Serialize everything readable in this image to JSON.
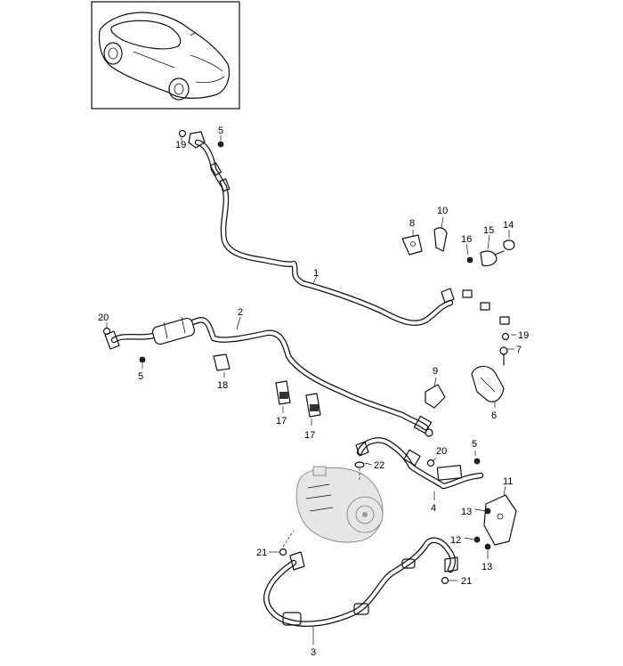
{
  "callouts": {
    "c1": "1",
    "c2": "2",
    "c3": "3",
    "c4": "4",
    "c5a": "5",
    "c5b": "5",
    "c5c": "5",
    "c6": "6",
    "c7": "7",
    "c8": "8",
    "c9": "9",
    "c10": "10",
    "c11": "11",
    "c12": "12",
    "c13a": "13",
    "c13b": "13",
    "c14": "14",
    "c15": "15",
    "c16": "16",
    "c17a": "17",
    "c17b": "17",
    "c18": "18",
    "c19a": "19",
    "c19b": "19",
    "c20a": "20",
    "c20b": "20",
    "c21a": "21",
    "c21b": "21",
    "c22": "22"
  },
  "icons": {
    "vehicle": "car-illustration-icon",
    "compressor": "ac-compressor-icon"
  }
}
